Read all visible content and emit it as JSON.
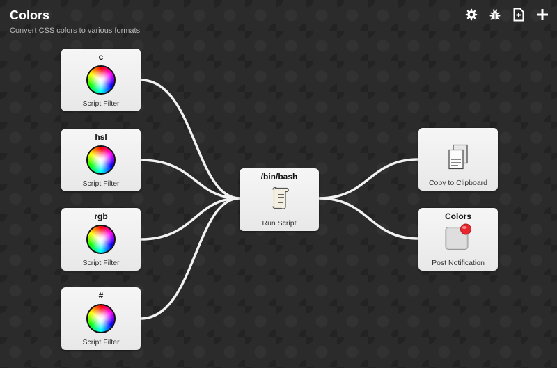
{
  "header": {
    "title": "Colors",
    "subtitle": "Convert CSS colors to various formats"
  },
  "toolbar": {
    "icons": [
      "gear-icon",
      "bug-icon",
      "export-icon",
      "plus-icon"
    ]
  },
  "colors": {
    "wire": "#f2f2f2",
    "background": "#2b2b2b",
    "node_bg": "#f2f2f2",
    "notification_badge": "#e8262e"
  },
  "inputs": [
    {
      "title": "c",
      "label": "Script Filter",
      "icon": "color-wheel-icon"
    },
    {
      "title": "hsl",
      "label": "Script Filter",
      "icon": "color-wheel-icon"
    },
    {
      "title": "rgb",
      "label": "Script Filter",
      "icon": "color-wheel-icon"
    },
    {
      "title": "#",
      "label": "Script Filter",
      "icon": "color-wheel-icon"
    }
  ],
  "action": {
    "title": "/bin/bash",
    "label": "Run Script",
    "icon": "script-scroll-icon"
  },
  "outputs": [
    {
      "title": "",
      "label": "Copy to Clipboard",
      "icon": "clipboard-copy-icon"
    },
    {
      "title": "Colors",
      "label": "Post Notification",
      "icon": "notification-icon"
    }
  ]
}
